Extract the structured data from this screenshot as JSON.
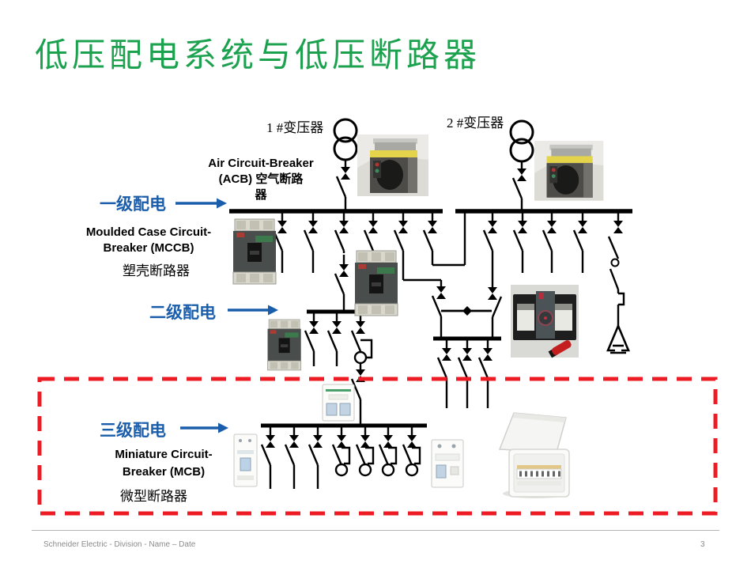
{
  "title": "低压配电系统与低压断路器",
  "diagram_labels": {
    "transformer1": "1 #变压器",
    "transformer2": "2 #变压器",
    "acb_en": "Air Circuit-Breaker",
    "acb_mix": "(ACB) 空气断路",
    "acb_cn_tail": "器",
    "level1": "一级配电",
    "mccb_en1": "Moulded Case Circuit-",
    "mccb_en2": "Breaker (MCCB)",
    "mccb_cn": "塑壳断路器",
    "level2": "二级配电",
    "level3": "三级配电",
    "mcb_en1": "Miniature Circuit-",
    "mcb_en2": "Breaker (MCB)",
    "mcb_cn": "微型断路器"
  },
  "colors": {
    "title_green": "#1CA24F",
    "label_blue": "#1A5DAB",
    "highlight_red": "#ED1C24",
    "diagram_black": "#000000"
  },
  "footer": {
    "text": "Schneider Electric - Division - Name – Date",
    "page": "3"
  }
}
